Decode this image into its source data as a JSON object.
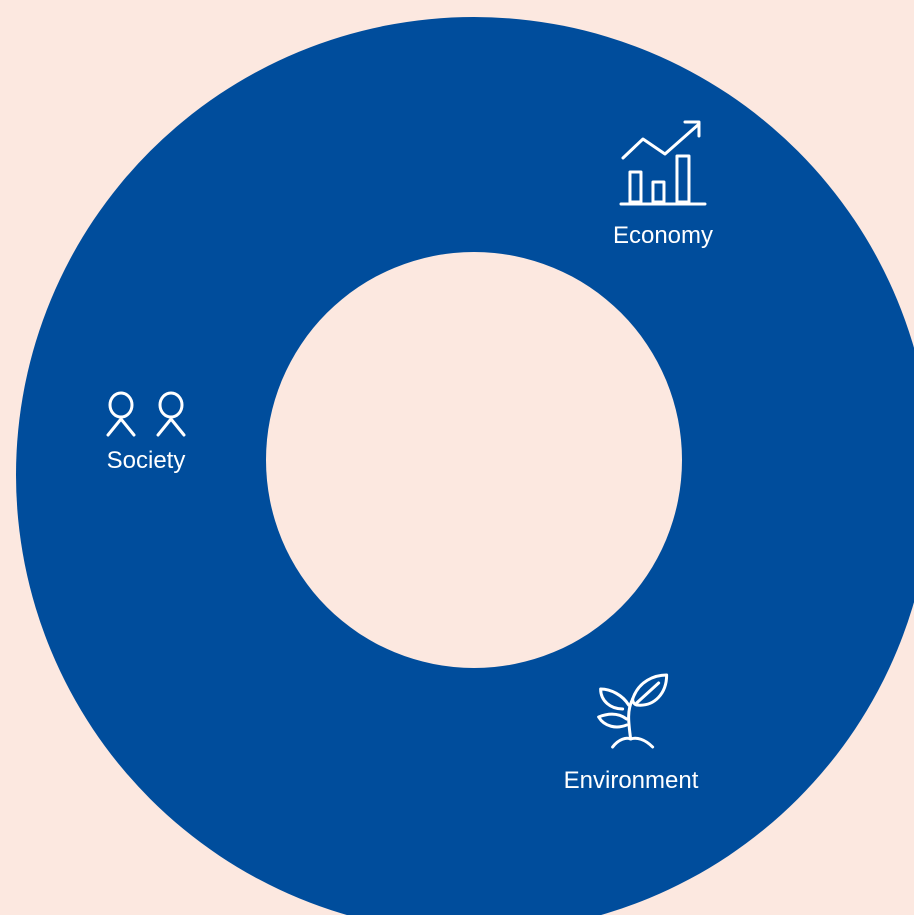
{
  "diagram": {
    "background_color": "#fce8e0",
    "ring_color": "#004d9c",
    "icon_color": "#ffffff",
    "segments": [
      {
        "id": "economy",
        "label": "Economy",
        "icon": "growth-chart-icon"
      },
      {
        "id": "society",
        "label": "Society",
        "icon": "people-icon"
      },
      {
        "id": "environment",
        "label": "Environment",
        "icon": "sprout-icon"
      }
    ]
  }
}
